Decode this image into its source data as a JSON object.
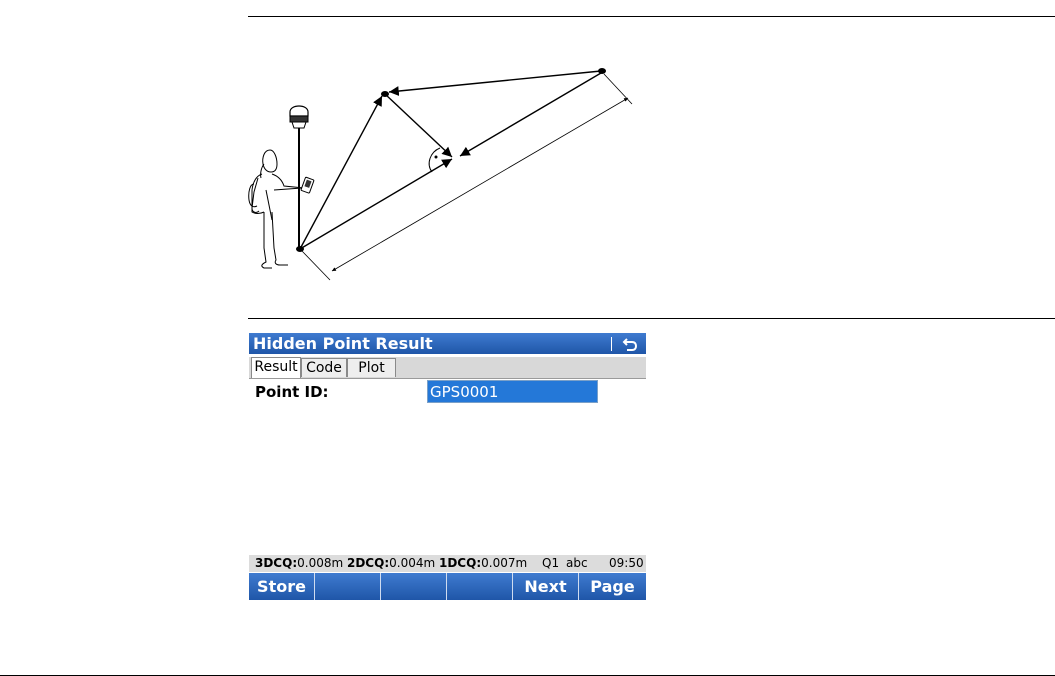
{
  "screen": {
    "title": "Hidden Point Result",
    "back_icon": "return-icon",
    "tabs": [
      {
        "label": "Result",
        "active": true
      },
      {
        "label": "Code",
        "active": false
      },
      {
        "label": "Plot",
        "active": false
      }
    ],
    "point_id": {
      "label": "Point ID:",
      "value": "GPS0001"
    },
    "status": {
      "q3d_label": "3DCQ:",
      "q3d_value": "0.008m",
      "q2d_label": "2DCQ:",
      "q2d_value": "0.004m",
      "q1d_label": "1DCQ:",
      "q1d_value": "0.007m",
      "mode": "Q1",
      "input_mode": "abc",
      "time": "09:50"
    },
    "fkeys": [
      "Store",
      "",
      "",
      "",
      "Next",
      "Page"
    ],
    "colors": {
      "bar_blue": "#1f56a8",
      "selection_blue": "#2478d8"
    }
  },
  "illustration": {
    "icons": [
      "surveyor-figure",
      "gnss-antenna",
      "controller-device"
    ]
  }
}
